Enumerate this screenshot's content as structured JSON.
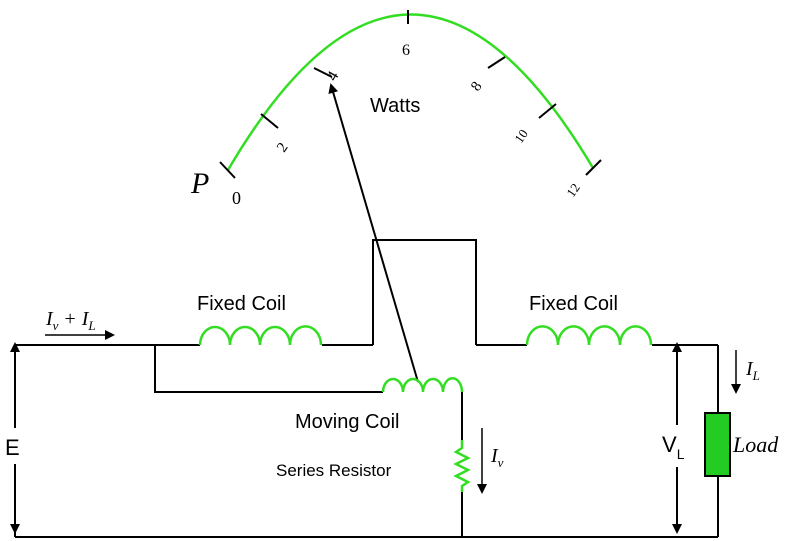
{
  "colors": {
    "green": "#33dd22",
    "black": "#000000",
    "load_fill": "#22cc22"
  },
  "scale": {
    "symbol": "P",
    "unit": "Watts",
    "ticks": [
      "0",
      "2",
      "4",
      "6",
      "8",
      "10",
      "12"
    ],
    "pointer_reading": 4
  },
  "labels": {
    "fixed_coil_left": "Fixed Coil",
    "fixed_coil_right": "Fixed Coil",
    "moving_coil": "Moving Coil",
    "series_resistor": "Series Resistor",
    "supply_voltage": "E",
    "load_voltage_main": "V",
    "load_voltage_sub": "L",
    "load": "Load"
  },
  "currents": {
    "total": {
      "a": "I",
      "a_sub": "v",
      "plus": "+",
      "b": "I",
      "b_sub": "L"
    },
    "load": {
      "main": "I",
      "sub": "L"
    },
    "voltage_branch": {
      "main": "I",
      "sub": "v"
    }
  },
  "icons": [
    "arrow-icon",
    "coil-icon",
    "resistor-icon",
    "load-icon",
    "pointer-icon"
  ]
}
